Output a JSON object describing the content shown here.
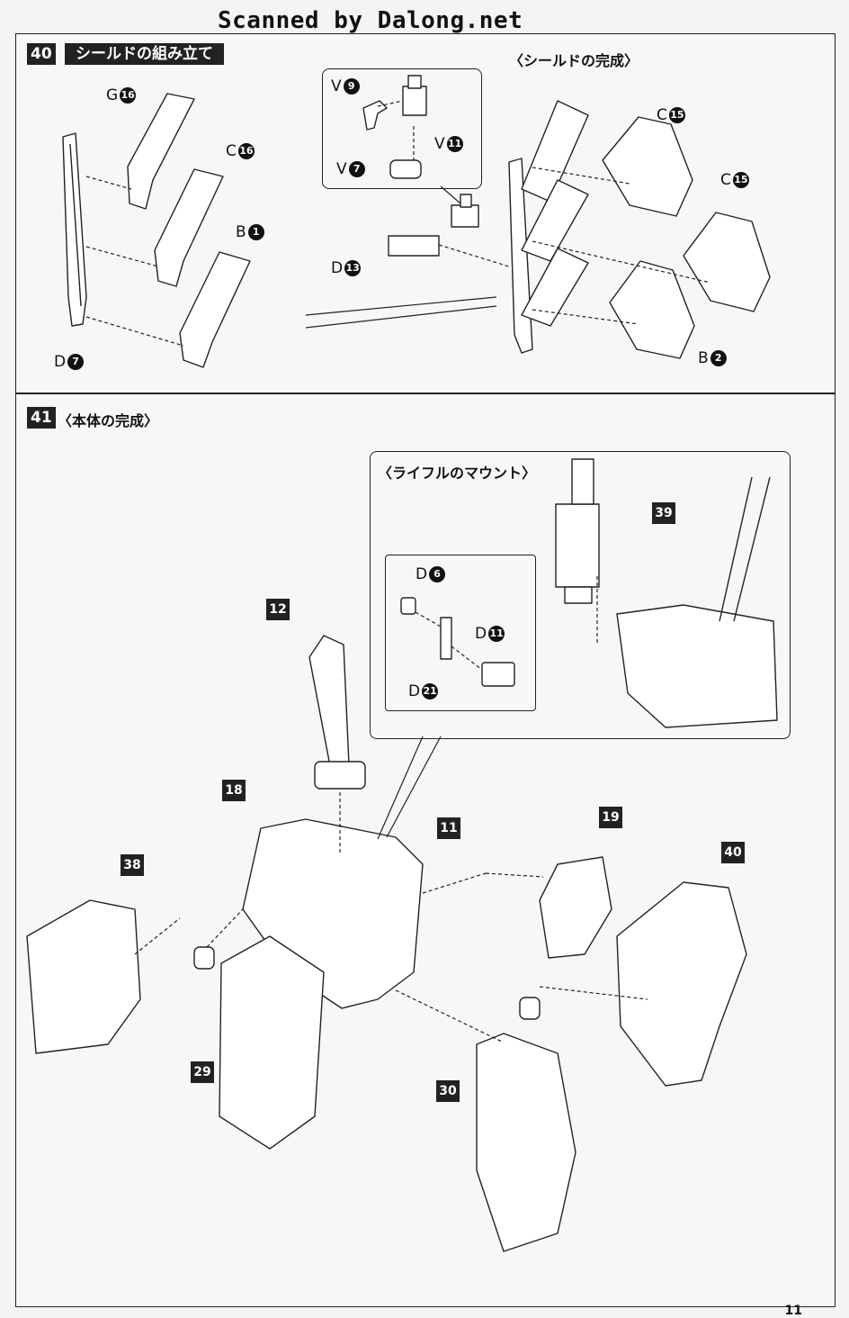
{
  "watermark": "Scanned by Dalong.net",
  "step40": {
    "number": "40",
    "title": "シールドの組み立て",
    "completion_heading": "〈シールドの完成〉",
    "parts_left": [
      {
        "runner": "G",
        "num": "16"
      },
      {
        "runner": "C",
        "num": "16"
      },
      {
        "runner": "B",
        "num": "1"
      },
      {
        "runner": "D",
        "num": "7"
      }
    ],
    "parts_callout": [
      {
        "runner": "V",
        "num": "9"
      },
      {
        "runner": "V",
        "num": "11"
      },
      {
        "runner": "V",
        "num": "7"
      }
    ],
    "parts_right": [
      {
        "runner": "D",
        "num": "13"
      },
      {
        "runner": "C",
        "num": "15"
      },
      {
        "runner": "C",
        "num": "15"
      },
      {
        "runner": "B",
        "num": "2"
      }
    ]
  },
  "step41": {
    "number": "41",
    "title": "〈本体の完成〉",
    "mount_heading": "〈ライフルのマウント〉",
    "mount_parts": [
      {
        "runner": "D",
        "num": "6"
      },
      {
        "runner": "D",
        "num": "11"
      },
      {
        "runner": "D",
        "num": "21"
      }
    ],
    "ref_steps": [
      "39",
      "12",
      "18",
      "11",
      "19",
      "38",
      "40",
      "29",
      "30"
    ]
  },
  "page_number": "11"
}
